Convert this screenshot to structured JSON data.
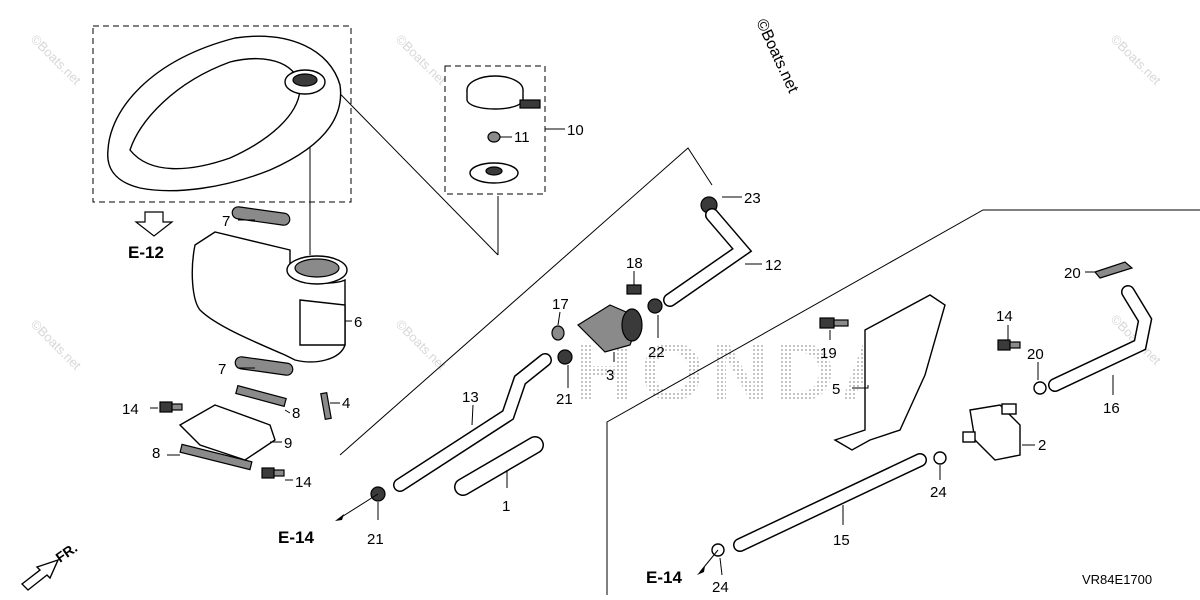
{
  "watermark": "©Boats.net",
  "watermark_light": "©Boats.net",
  "brand_logo": "HONDA",
  "diagram_code": "VR84E1700",
  "direction_label": "FR.",
  "ref_labels": {
    "e12": "E-12",
    "e14_left": "E-14",
    "e14_right": "E-14"
  },
  "callouts": {
    "c1": "1",
    "c2": "2",
    "c3": "3",
    "c4": "4",
    "c5": "5",
    "c6": "6",
    "c7a": "7",
    "c7b": "7",
    "c8a": "8",
    "c8b": "8",
    "c9": "9",
    "c10": "10",
    "c11": "11",
    "c12": "12",
    "c13": "13",
    "c14a": "14",
    "c14b": "14",
    "c14c": "14",
    "c15": "15",
    "c16": "16",
    "c17": "17",
    "c18": "18",
    "c19": "19",
    "c20a": "20",
    "c20b": "20",
    "c21a": "21",
    "c21b": "21",
    "c22": "22",
    "c23": "23",
    "c24a": "24",
    "c24b": "24"
  }
}
